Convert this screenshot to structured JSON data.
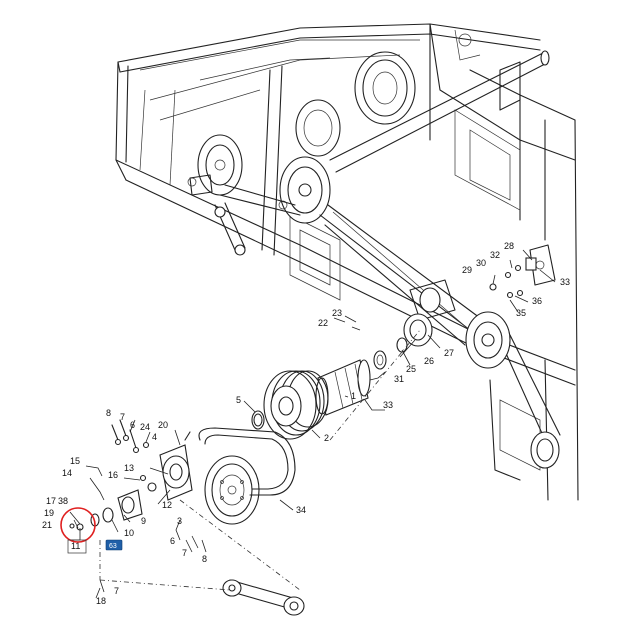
{
  "callouts": [
    {
      "id": "1",
      "text": "1"
    },
    {
      "id": "2",
      "text": "2"
    },
    {
      "id": "3",
      "text": "3"
    },
    {
      "id": "4",
      "text": "4"
    },
    {
      "id": "5",
      "text": "5"
    },
    {
      "id": "6a",
      "text": "6"
    },
    {
      "id": "6b",
      "text": "6"
    },
    {
      "id": "7a",
      "text": "7"
    },
    {
      "id": "7b",
      "text": "7"
    },
    {
      "id": "7c",
      "text": "7"
    },
    {
      "id": "8a",
      "text": "8"
    },
    {
      "id": "8b",
      "text": "8"
    },
    {
      "id": "9",
      "text": "9"
    },
    {
      "id": "10",
      "text": "10"
    },
    {
      "id": "11",
      "text": "11"
    },
    {
      "id": "12",
      "text": "12"
    },
    {
      "id": "13",
      "text": "13"
    },
    {
      "id": "14",
      "text": "14"
    },
    {
      "id": "15",
      "text": "15"
    },
    {
      "id": "16",
      "text": "16"
    },
    {
      "id": "17",
      "text": "17"
    },
    {
      "id": "18",
      "text": "18"
    },
    {
      "id": "19",
      "text": "19"
    },
    {
      "id": "20",
      "text": "20"
    },
    {
      "id": "21",
      "text": "21"
    },
    {
      "id": "22",
      "text": "22"
    },
    {
      "id": "23",
      "text": "23"
    },
    {
      "id": "24",
      "text": "24"
    },
    {
      "id": "25",
      "text": "25"
    },
    {
      "id": "26",
      "text": "26"
    },
    {
      "id": "27",
      "text": "27"
    },
    {
      "id": "28",
      "text": "28"
    },
    {
      "id": "29",
      "text": "29"
    },
    {
      "id": "30",
      "text": "30"
    },
    {
      "id": "31",
      "text": "31"
    },
    {
      "id": "32",
      "text": "32"
    },
    {
      "id": "33a",
      "text": "33"
    },
    {
      "id": "33b",
      "text": "33"
    },
    {
      "id": "34",
      "text": "34"
    },
    {
      "id": "35",
      "text": "35"
    },
    {
      "id": "36",
      "text": "36"
    },
    {
      "id": "38",
      "text": "38"
    }
  ],
  "badge": {
    "text": "63"
  },
  "colors": {
    "highlight": "#e02020",
    "badge": "#1f5fa8",
    "line": "#222222"
  }
}
